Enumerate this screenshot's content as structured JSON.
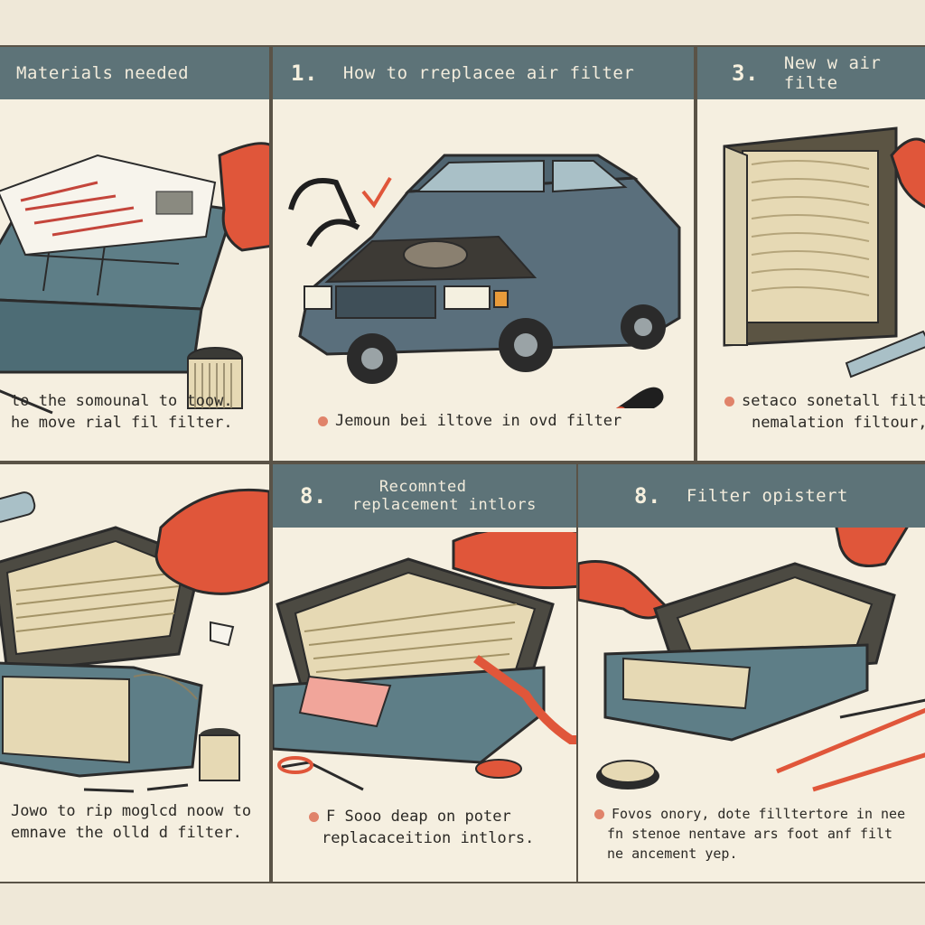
{
  "panels": [
    {
      "id": "p1",
      "number": "",
      "header": "Materials needed",
      "caption_lines": [
        "to the somounal to toow.",
        "he move rial fil filter."
      ],
      "bullet": false
    },
    {
      "id": "p2",
      "number": "1.",
      "header": "How to rreplacee air filter",
      "caption_lines": [
        "Jemoun bei iltove in ovd filter"
      ],
      "bullet": true
    },
    {
      "id": "p3",
      "number": "3.",
      "header": "New w air filte",
      "caption_lines": [
        "setaco sonetall filt",
        "nemalation filtour,"
      ],
      "bullet": true
    },
    {
      "id": "p4",
      "number": "",
      "header": "",
      "caption_lines": [
        "Jowo to rip moglcd noow to",
        "emnave the olld d filter."
      ],
      "bullet": false
    },
    {
      "id": "p5",
      "number": "8.",
      "header_lines": [
        "Recomnted",
        "replacement intlors"
      ],
      "caption_lines": [
        "F Sooo deap on poter",
        "replacaceition intlors."
      ],
      "bullet": true
    },
    {
      "id": "p6",
      "number": "8.",
      "header": "Filter opistert",
      "caption_lines": [
        "Fovos onory, dote filltertore in nee",
        "fn stenoe nentave ars foot anf filt",
        "ne ancement yep."
      ],
      "bullet": true
    }
  ],
  "colors": {
    "banner": "#5d7378",
    "panel": "#f5efe0",
    "glove": "#e0563a",
    "tray": "#5e7e87",
    "filter": "#e6d9b4"
  }
}
